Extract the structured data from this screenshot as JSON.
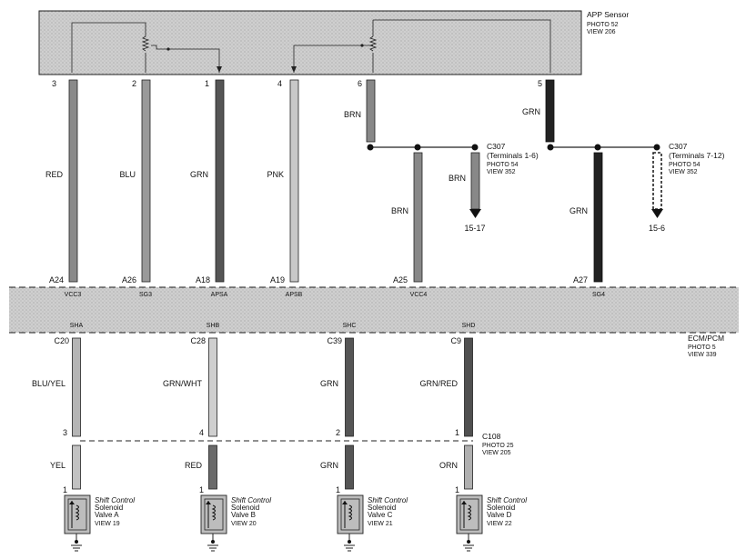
{
  "app_sensor": {
    "title": "APP Sensor",
    "photo": "PHOTO 52",
    "view": "VIEW 206"
  },
  "ecm": {
    "title": "ECM/PCM",
    "photo": "PHOTO 5",
    "view": "VIEW 339"
  },
  "top_wires": [
    {
      "pin": "3",
      "color_label": "RED",
      "ecm_pin": "A24",
      "signal": "VCC3",
      "fill": "#8a8a8a"
    },
    {
      "pin": "2",
      "color_label": "BLU",
      "ecm_pin": "A26",
      "signal": "SG3",
      "fill": "#9a9a9a"
    },
    {
      "pin": "1",
      "color_label": "GRN",
      "ecm_pin": "A18",
      "signal": "APSA",
      "fill": "#555555"
    },
    {
      "pin": "4",
      "color_label": "PNK",
      "ecm_pin": "A19",
      "signal": "APSB",
      "fill": "#c8c8c8"
    }
  ],
  "branch1": {
    "pin": "6",
    "upper_label": "BRN",
    "lower_label": "BRN",
    "ecm_pin": "A25",
    "signal": "VCC4",
    "connector": "C307",
    "terminals": "(Terminals 1-6)",
    "photo": "PHOTO 54",
    "view": "VIEW 352",
    "arrow_label": "BRN",
    "ref": "15-17"
  },
  "branch2": {
    "pin": "5",
    "upper_label": "GRN",
    "lower_label": "GRN",
    "ecm_pin": "A27",
    "signal": "SG4",
    "connector": "C307",
    "terminals": "(Terminals 7-12)",
    "photo": "PHOTO 54",
    "view": "VIEW 352",
    "ref": "15-6"
  },
  "c108": {
    "name": "C108",
    "photo": "PHOTO 25",
    "view": "VIEW 205"
  },
  "bottom_wires": [
    {
      "signal": "SHA",
      "ecm_pin": "C20",
      "upper_label": "BLU/YEL",
      "c108_pin": "3",
      "lower_label": "YEL",
      "sol_pin": "1",
      "sol_line1": "Shift Control",
      "sol_line2": "Solenoid",
      "sol_line3": "Valve A",
      "sol_view": "VIEW 19",
      "upper_fill": "#b5b5b5",
      "lower_fill": "#c2c2c2"
    },
    {
      "signal": "SHB",
      "ecm_pin": "C28",
      "upper_label": "GRN/WHT",
      "c108_pin": "4",
      "lower_label": "RED",
      "sol_pin": "1",
      "sol_line1": "Shift Control",
      "sol_line2": "Solenoid",
      "sol_line3": "Valve B",
      "sol_view": "VIEW 20",
      "upper_fill": "#cfcfcf",
      "lower_fill": "#6a6a6a"
    },
    {
      "signal": "SHC",
      "ecm_pin": "C39",
      "upper_label": "GRN",
      "c108_pin": "2",
      "lower_label": "GRN",
      "sol_pin": "1",
      "sol_line1": "Shift Control",
      "sol_line2": "Solenoid",
      "sol_line3": "Valve C",
      "sol_view": "VIEW 21",
      "upper_fill": "#555555",
      "lower_fill": "#555555"
    },
    {
      "signal": "SHD",
      "ecm_pin": "C9",
      "upper_label": "GRN/RED",
      "c108_pin": "1",
      "lower_label": "ORN",
      "sol_pin": "1",
      "sol_line1": "Shift Control",
      "sol_line2": "Solenoid",
      "sol_line3": "Valve D",
      "sol_view": "VIEW 22",
      "upper_fill": "#505050",
      "lower_fill": "#b0b0b0"
    }
  ]
}
